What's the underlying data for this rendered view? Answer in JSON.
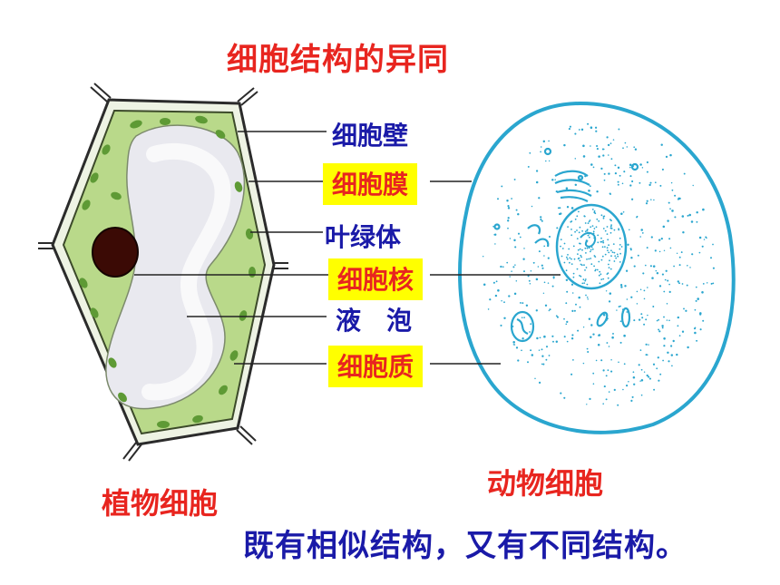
{
  "title": "细胞结构的异同",
  "labels": {
    "cell_wall": "细胞壁",
    "cell_membrane": "细胞膜",
    "chloroplast": "叶绿体",
    "nucleus": "细胞核",
    "vacuole": "液　泡",
    "cytoplasm": "细胞质"
  },
  "captions": {
    "plant": "植物细胞",
    "animal": "动物细胞"
  },
  "summary": "既有相似结构，又有不同结构。",
  "colors": {
    "title_red": "#e8251f",
    "label_blue": "#1a1aa8",
    "highlight_yellow": "#ffff00",
    "plant_green": "#b9d98a",
    "animal_blue": "#2aa6cf"
  }
}
